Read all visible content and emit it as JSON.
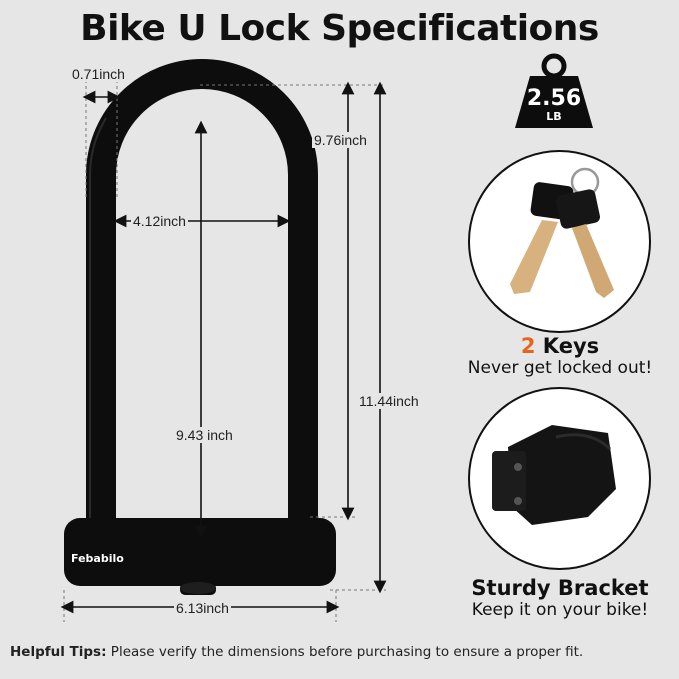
{
  "title": "Bike U Lock Specifications",
  "brand": "Febabilo",
  "dimensions": {
    "shackle_thickness": "0.71inch",
    "inner_width": "4.12inch",
    "inner_height": "9.76inch",
    "shackle_inner": "9.43 inch",
    "total_height": "11.44inch",
    "total_width": "6.13inch"
  },
  "weight": {
    "value": "2.56",
    "unit": "LB"
  },
  "keys": {
    "count": "2",
    "label": "Keys",
    "subtitle": "Never get locked out!"
  },
  "bracket": {
    "title": "Sturdy Bracket",
    "subtitle": "Keep it on your bike!"
  },
  "tips": {
    "label": "Helpful Tips:",
    "text": "Please verify the dimensions before purchasing to ensure a proper fit."
  },
  "colors": {
    "accent": "#e8641c",
    "lock": "#111111",
    "background": "#e6e6e6"
  }
}
